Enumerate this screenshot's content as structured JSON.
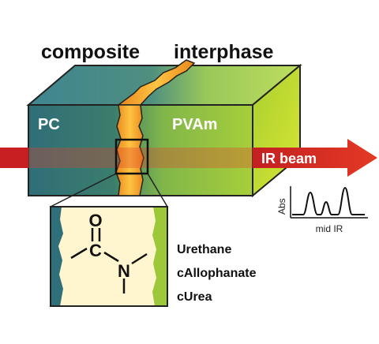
{
  "labels": {
    "composite": "composite",
    "interphase": "interphase",
    "left_material": "PC",
    "right_material": "PVAm",
    "beam": "IR beam"
  },
  "molecule": {
    "atom_o": "O",
    "atom_c": "C",
    "atom_n": "N"
  },
  "bond_types": [
    "Urethane",
    "cAllophanate",
    "cUrea"
  ],
  "spectrum": {
    "ylabel": "Abs",
    "xlabel": "mid IR"
  },
  "colors": {
    "pc": "#2e6f79",
    "pvam": "#9cc83a",
    "interphase": "#f7a428",
    "beam": "#d2282a",
    "inset_bg": "#fff6cf"
  }
}
